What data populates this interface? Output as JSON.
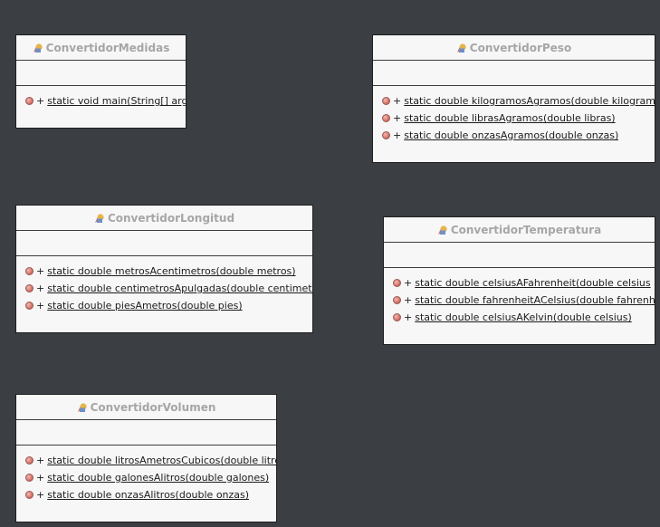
{
  "classes": [
    {
      "name": "ConvertidorMedidas",
      "methods": [
        {
          "visibility": "+",
          "signature": "static void main(String[] args"
        }
      ]
    },
    {
      "name": "ConvertidorPeso",
      "methods": [
        {
          "visibility": "+",
          "signature": "static double kilogramosAgramos(double kilogram"
        },
        {
          "visibility": "+",
          "signature": "static double librasAgramos(double libras)"
        },
        {
          "visibility": "+",
          "signature": "static double onzasAgramos(double onzas)"
        }
      ]
    },
    {
      "name": "ConvertidorLongitud",
      "methods": [
        {
          "visibility": "+",
          "signature": "static double metrosAcentimetros(double metros)"
        },
        {
          "visibility": "+",
          "signature": "static double centimetrosApulgadas(double centimetr"
        },
        {
          "visibility": "+",
          "signature": "static double piesAmetros(double pies)"
        }
      ]
    },
    {
      "name": "ConvertidorTemperatura",
      "methods": [
        {
          "visibility": "+",
          "signature": "static double celsiusAFahrenheit(double celsius"
        },
        {
          "visibility": "+",
          "signature": "static double fahrenheitACelsius(double fahrenh"
        },
        {
          "visibility": "+",
          "signature": "static double celsiusAKelvin(double celsius)"
        }
      ]
    },
    {
      "name": "ConvertidorVolumen",
      "methods": [
        {
          "visibility": "+",
          "signature": "static double litrosAmetrosCubicos(double litro"
        },
        {
          "visibility": "+",
          "signature": "static double galonesAlitros(double galones)"
        },
        {
          "visibility": "+",
          "signature": "static double onzasAlitros(double onzas)"
        }
      ]
    }
  ]
}
